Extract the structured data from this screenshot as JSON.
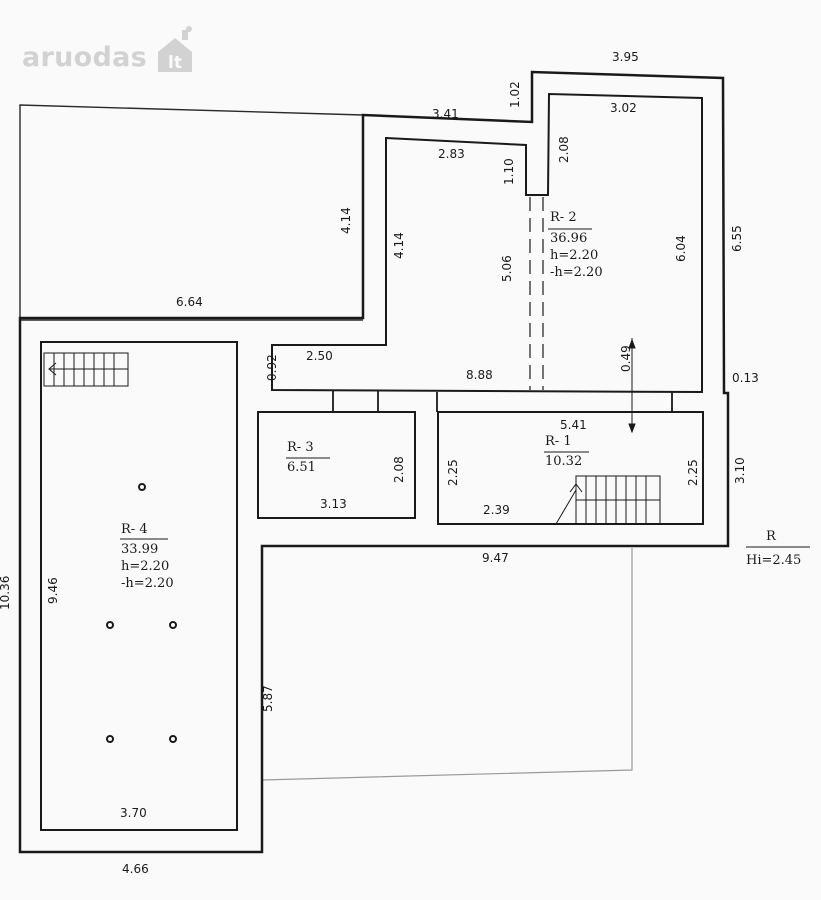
{
  "watermark": {
    "text": "aruodas",
    "suffix": "lt"
  },
  "rooms": {
    "r1": {
      "label": "R- 1",
      "area": "10.32"
    },
    "r2": {
      "label": "R- 2",
      "area": "36.96",
      "h": "h=2.20",
      "neg_h": "-h=2.20"
    },
    "r3": {
      "label": "R- 3",
      "area": "6.51"
    },
    "r4": {
      "label": "R- 4",
      "area": "33.99",
      "h": "h=2.20",
      "neg_h": "-h=2.20"
    }
  },
  "level_mark": {
    "label": "R",
    "value": "Hi=2.45"
  },
  "dimensions": {
    "top_395": "3.95",
    "top_341": "3.41",
    "v_102": "1.02",
    "r2_top": "3.02",
    "v_208_top": "2.08",
    "h_283": "2.83",
    "v_110": "1.10",
    "v_414_outer": "4.14",
    "v_414_inner": "4.14",
    "v_506": "5.06",
    "v_604": "6.04",
    "v_655": "6.55",
    "h_664": "6.64",
    "v_092": "0.92",
    "h_250": "2.50",
    "h_888": "8.88",
    "v_049": "0.49",
    "v_013": "0.13",
    "h_541": "5.41",
    "v_225_left": "2.25",
    "v_225_right": "2.25",
    "v_310": "3.10",
    "v_208_r3": "2.08",
    "h_313": "3.13",
    "h_239": "2.39",
    "h_947": "9.47",
    "v_946": "9.46",
    "v_1036": "10.36",
    "v_587": "5.87",
    "h_370": "3.70",
    "h_466": "4.66"
  }
}
